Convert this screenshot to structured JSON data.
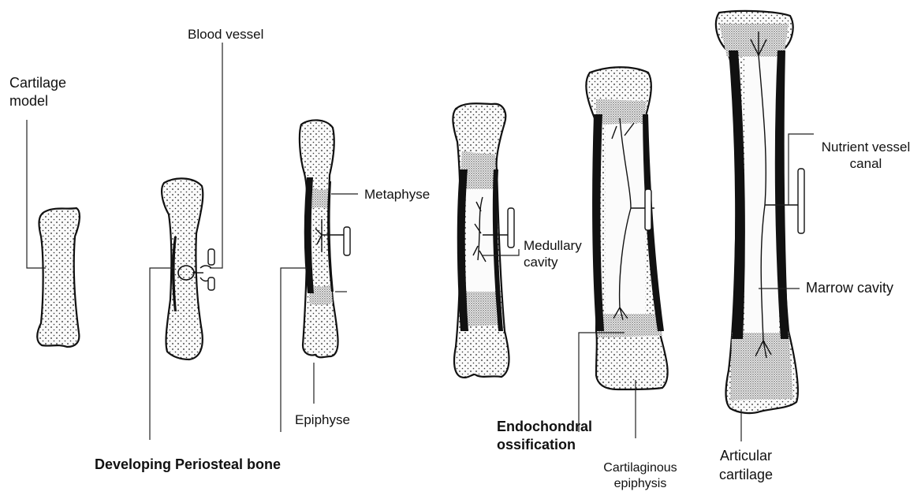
{
  "diagram": {
    "labels": {
      "cartilage_model": "Cartilage\nmodel",
      "blood_vessel": "Blood vessel",
      "metaphyse": "Metaphyse",
      "medullary_cavity": "Medullary\ncavity",
      "epiphyse": "Epiphyse",
      "nutrient_vessel_canal": "Nutrient vessel\ncanal",
      "marrow_cavity": "Marrow cavity",
      "cartilaginous_epiphysis": "Cartilaginous\nepiphysis",
      "articular_cartilage": "Articular\ncartilage"
    },
    "captions": {
      "periosteal": "Developing Periosteal bone",
      "endochondral": "Endochondral\nossification"
    }
  }
}
